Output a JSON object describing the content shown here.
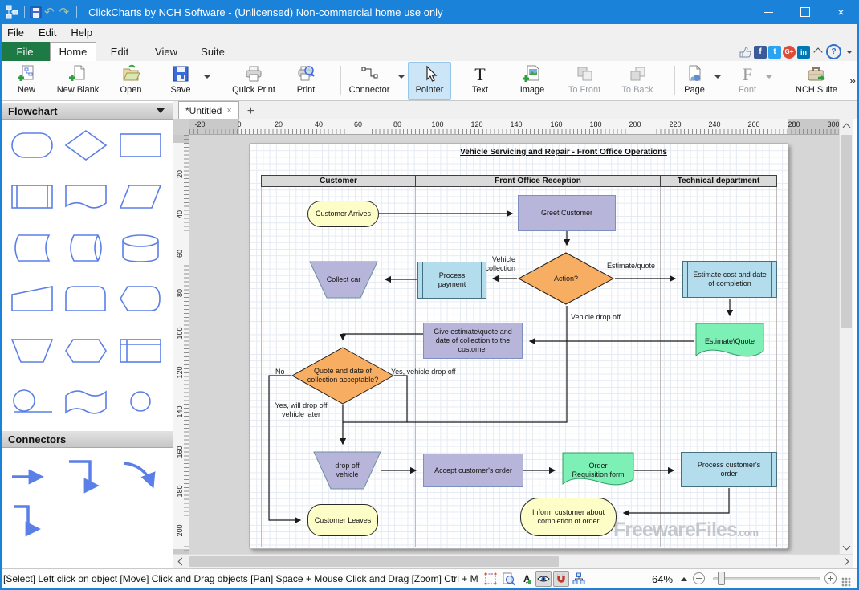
{
  "window": {
    "title": "ClickCharts by NCH Software - (Unlicensed) Non-commercial home use only",
    "controls": {
      "close": "×"
    }
  },
  "menubar": {
    "items": [
      {
        "label": "File"
      },
      {
        "label": "Edit"
      },
      {
        "label": "Help"
      }
    ]
  },
  "ribbon": {
    "tabs": [
      {
        "label": "File"
      },
      {
        "label": "Home"
      },
      {
        "label": "Edit"
      },
      {
        "label": "View"
      },
      {
        "label": "Suite"
      }
    ],
    "help_glyph": "?"
  },
  "social": {
    "items": [
      {
        "label": "f"
      },
      {
        "label": "t"
      },
      {
        "label": "G+"
      },
      {
        "label": "in"
      }
    ]
  },
  "toolbar": {
    "buttons": [
      {
        "label": "New"
      },
      {
        "label": "New Blank"
      },
      {
        "label": "Open"
      },
      {
        "label": "Save"
      },
      {
        "label": "Quick Print"
      },
      {
        "label": "Print"
      },
      {
        "label": "Connector"
      },
      {
        "label": "Pointer"
      },
      {
        "label": "Text",
        "glyph": "T"
      },
      {
        "label": "Image"
      },
      {
        "label": "To Front"
      },
      {
        "label": "To Back"
      },
      {
        "label": "Page"
      },
      {
        "label": "Font",
        "glyph": "F"
      },
      {
        "label": "NCH Suite"
      }
    ],
    "overflow": "»"
  },
  "sidebar": {
    "flowchart_header": "Flowchart",
    "connectors_header": "Connectors"
  },
  "tabs": {
    "document": "*Untitled",
    "close": "×",
    "new_tab": "+"
  },
  "ruler": {
    "h": [
      "-20",
      "0",
      "20",
      "40",
      "60",
      "80",
      "100",
      "120",
      "140",
      "160",
      "180",
      "200",
      "220",
      "240",
      "260",
      "280",
      "300"
    ],
    "v": [
      "20",
      "40",
      "60",
      "80",
      "100",
      "120",
      "140",
      "160",
      "180",
      "200"
    ]
  },
  "canvas": {
    "title": "Vehicle Servicing and Repair - Front Office Operations",
    "lanes": [
      {
        "label": "Customer"
      },
      {
        "label": "Front Office Reception"
      },
      {
        "label": "Technical department"
      }
    ],
    "nodes": [
      {
        "label": "Customer Arrives"
      },
      {
        "label": "Greet Customer"
      },
      {
        "label": "Collect car"
      },
      {
        "label": "Process payment"
      },
      {
        "label": "Action?"
      },
      {
        "label": "Estimate cost and date of completion"
      },
      {
        "label": "Give estimate\\quote and date of collection to the customer"
      },
      {
        "label": "Estimate\\Quote"
      },
      {
        "label": "Quote and date of collection acceptable?"
      },
      {
        "label": "drop off vehicle"
      },
      {
        "label": "Accept customer's order"
      },
      {
        "label": "Order Requisition form"
      },
      {
        "label": "Process customer's order"
      },
      {
        "label": "Customer Leaves"
      },
      {
        "label": "Inform customer about completion of order"
      }
    ],
    "labels": [
      {
        "text": "Vehicle collection"
      },
      {
        "text": "Estimate/quote"
      },
      {
        "text": "Vehicle drop off"
      },
      {
        "text": "No"
      },
      {
        "text": "Yes, vehicle drop off"
      },
      {
        "text": "Yes, will drop off vehicle later"
      }
    ],
    "watermark": {
      "brand": "FreewareFiles",
      "suffix": ".com"
    }
  },
  "statusbar": {
    "hint": "[Select] Left click on object  [Move] Click and Drag objects  [Pan] Space + Mouse Click and Drag  [Zoom] Ctrl + M",
    "zoom": "64%"
  },
  "colors": {
    "titlebar": "#1b82da",
    "file_tab_green": "#1e7a45",
    "shape_stroke_blue": "#5b7fe8",
    "node_yellow": "#fdfdc8",
    "node_lavender": "#b7b5da",
    "node_blue": "#b3dcec",
    "node_orange": "#f8ae62",
    "node_green": "#7df0b5"
  }
}
